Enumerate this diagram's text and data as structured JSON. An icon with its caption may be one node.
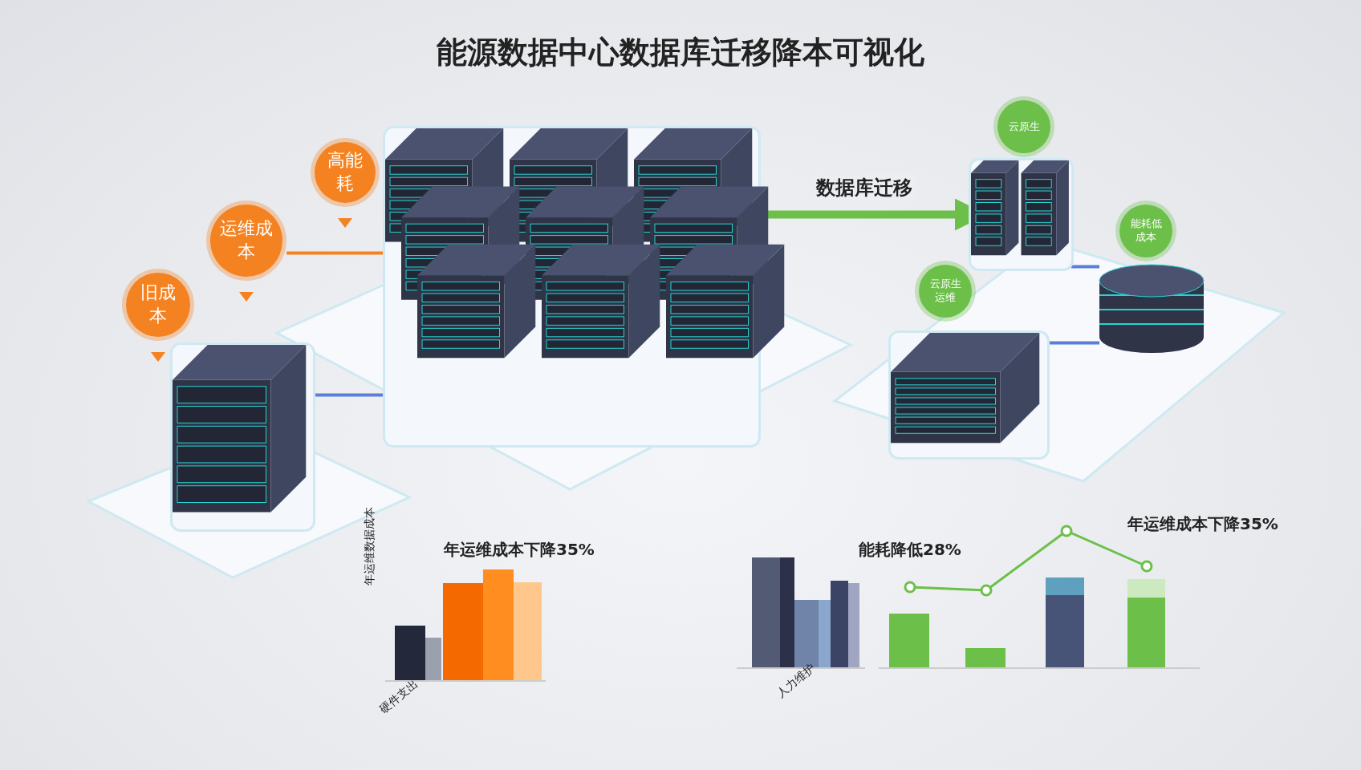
{
  "diagram": {
    "title": "能源数据中心数据库迁移降本可视化",
    "nodes": [
      {
        "text": [
          "旧成本"
        ]
      },
      {
        "text": [
          "运维成本"
        ]
      },
      {
        "text": [
          "高能耗"
        ]
      },
      {
        "text": [],
        "shape": "picture"
      },
      {
        "text": [],
        "shape": "picture"
      },
      {
        "text": [],
        "shape": "picture"
      },
      {
        "text": [],
        "shape": "cylinder"
      },
      {
        "text": [],
        "shape": "picture"
      },
      {
        "text": [
          "云原生"
        ]
      },
      {
        "text": [
          "能耗低成本"
        ]
      },
      {
        "text": [
          "云原生运维"
        ]
      }
    ],
    "edges": [
      {
        "from": 1,
        "to": 4,
        "arrow": "none",
        "color": "#f58220"
      },
      {
        "from": 3,
        "to": 4,
        "arrow": "none"
      },
      {
        "from": 4,
        "to": 5,
        "arrow": "to",
        "label": "数据库迁移",
        "style": "thick",
        "color": "#6cc04a"
      },
      {
        "from": 5,
        "to": 6,
        "arrow": "none"
      },
      {
        "from": 7,
        "to": 6,
        "arrow": "none"
      }
    ],
    "labels": [
      "年运维成本下降35%",
      "年运维数据成本",
      "硬件支出",
      "能耗降低28%",
      "人力维护",
      "年运维成本下降35%"
    ]
  }
}
